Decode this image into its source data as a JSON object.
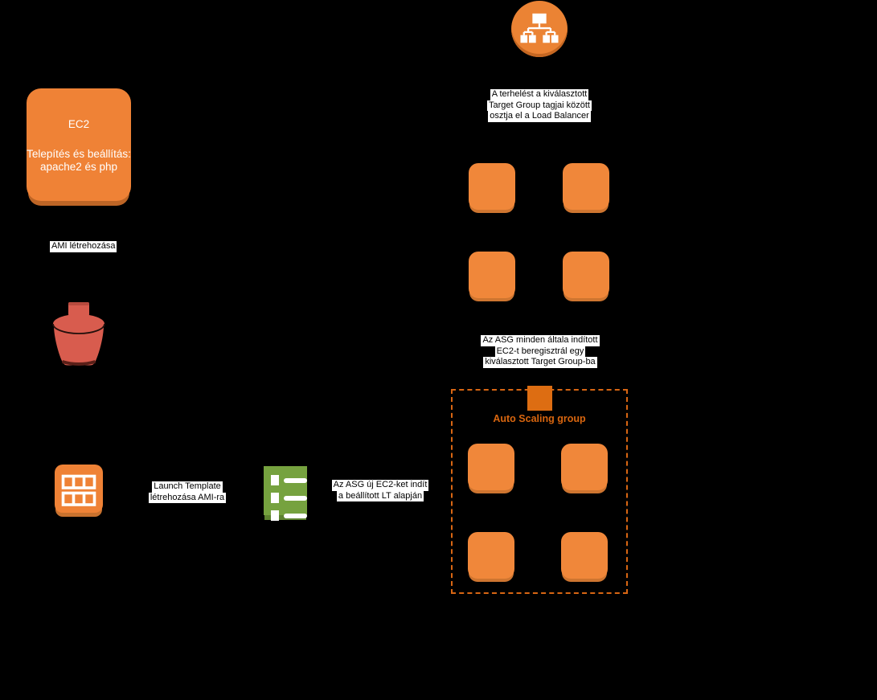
{
  "diagram": {
    "background_color": "#000000",
    "colors": {
      "aws_orange": "#EF8236",
      "aws_orange_shadow": "#C9722E",
      "asg_border_orange": "#D86613",
      "asg_text_orange": "#D9660F",
      "bucket_red": "#D85C4E",
      "bucket_red_dark": "#7E2F26",
      "template_green": "#76A23F",
      "template_green_dark": "#5D8230",
      "label_background": "#FFFFFF",
      "label_text": "#000000",
      "glyph_white": "#FFFFFF"
    },
    "icons": {
      "load_balancer": "tree-hierarchy-in-orange-circle",
      "ec2_instance": "orange-rounded-square",
      "ami_bucket": "red-bucket",
      "ami_image": "orange-grid-table",
      "launch_template": "green-list",
      "auto_scaling_group": "solid-orange-square-on-dashed-border"
    },
    "ec2_box": {
      "title": "EC2",
      "body_line1": "Telepítés és beállítás:",
      "body_line2": "apache2 és php"
    },
    "labels": {
      "ami_create": "AMI létrehozása",
      "launch_template": [
        "Launch Template",
        "létrehozása AMI-ra"
      ],
      "asg_launch": [
        "Az ASG új EC2-ket indít",
        "a beállított LT alapján"
      ],
      "lb_note": [
        "A terhelést a kiválasztott",
        "Target Group tagjai között",
        "osztja el a Load Balancer"
      ],
      "asg_register_note": [
        "Az ASG minden általa indított",
        "EC2-t beregisztrál egy",
        "kiválasztott Target Group-ba"
      ]
    },
    "asg_group": {
      "label": "Auto Scaling group"
    }
  }
}
